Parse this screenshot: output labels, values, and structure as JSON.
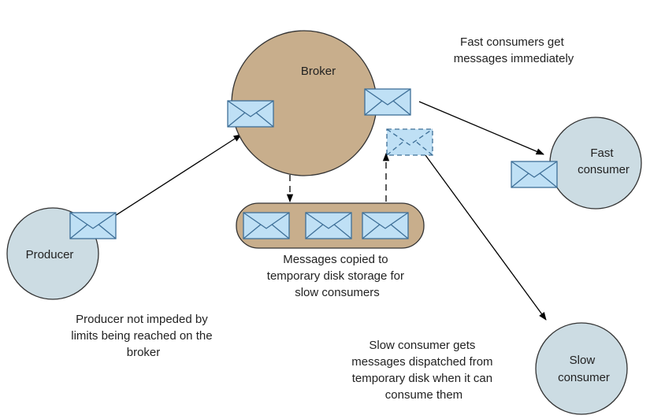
{
  "nodes": {
    "broker": {
      "label": "Broker"
    },
    "producer": {
      "label": "Producer"
    },
    "fast_consumer": {
      "label_lines": [
        "Fast",
        "consumer"
      ]
    },
    "slow_consumer": {
      "label_lines": [
        "Slow",
        "consumer"
      ]
    }
  },
  "captions": {
    "fast_note": [
      "Fast consumers get",
      "messages immediately"
    ],
    "storage_note": [
      "Messages copied to",
      "temporary disk storage for",
      "slow consumers"
    ],
    "producer_note": [
      "Producer not impeded by",
      "limits being reached on the",
      "broker"
    ],
    "slow_note": [
      "Slow consumer gets",
      "messages dispatched from",
      "temporary disk when it can",
      "consume them"
    ]
  },
  "icons": {
    "message": "envelope-icon"
  },
  "colors": {
    "broker_fill": "#c8ae8c",
    "client_fill": "#ccdce3",
    "storage_fill": "#c8ae8c",
    "envelope_fill": "#bfe0f5",
    "envelope_stroke": "#3e6f97",
    "stroke": "#333333"
  }
}
